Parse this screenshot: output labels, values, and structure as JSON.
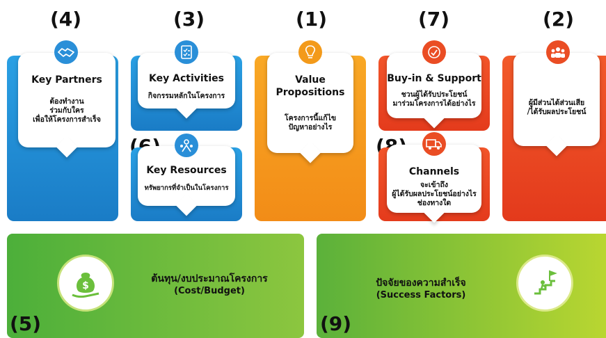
{
  "blocks": {
    "key_partners": {
      "number": "(4)",
      "title": "Key Partners",
      "desc": [
        "ต้องทำงาน",
        "ร่วมกับใคร",
        "เพื่อให้โครงการสำเร็จ"
      ],
      "icon": "handshake-icon"
    },
    "key_activities": {
      "number": "(3)",
      "title": "Key Activities",
      "desc": [
        "กิจกรรมหลักในโครงการ"
      ],
      "icon": "checklist-icon"
    },
    "key_resources": {
      "number": "(6)",
      "title": "Key Resources",
      "desc": [
        "ทรัพยากรที่จำเป็นในโครงการ"
      ],
      "icon": "resources-icon"
    },
    "value_propositions": {
      "number": "(1)",
      "title": [
        "Value",
        "Propositions"
      ],
      "desc": [
        "โครงการนี้แก้ไข",
        "ปัญหาอย่างไร"
      ],
      "icon": "lightbulb-icon"
    },
    "buy_in_support": {
      "number": "(7)",
      "title": "Buy-in & Support",
      "desc": [
        "ชวนผู้ได้รับประโยชน์",
        "มาร่วมโครงการได้อย่างไร"
      ],
      "icon": "support-icon"
    },
    "channels": {
      "number": "(8)",
      "title": "Channels",
      "desc": [
        "จะเข้าถึง",
        "ผู้ได้รับผลประโยชน์อย่างไร",
        "ช่องทางใด"
      ],
      "icon": "delivery-truck-icon"
    },
    "stakeholders": {
      "number": "(2)",
      "desc": [
        "ผู้มีส่วนได้ส่วนเสีย",
        "/ได้รับผลประโยชน์"
      ],
      "icon": "group-icon"
    },
    "cost_budget": {
      "number": "(5)",
      "text": [
        "ต้นทุน/งบประมาณโครงการ",
        "(Cost/Budget)"
      ],
      "icon": "money-bag-icon"
    },
    "success_factors": {
      "number": "(9)",
      "text": [
        "ปัจจัยของความสำเร็จ",
        "(Success Factors)"
      ],
      "icon": "success-stairs-icon"
    }
  },
  "colors": {
    "blue": "#1e8fd6",
    "orange": "#f59a1b",
    "red": "#e83b1e",
    "green": "#5bb13a",
    "lime": "#b8d432"
  }
}
